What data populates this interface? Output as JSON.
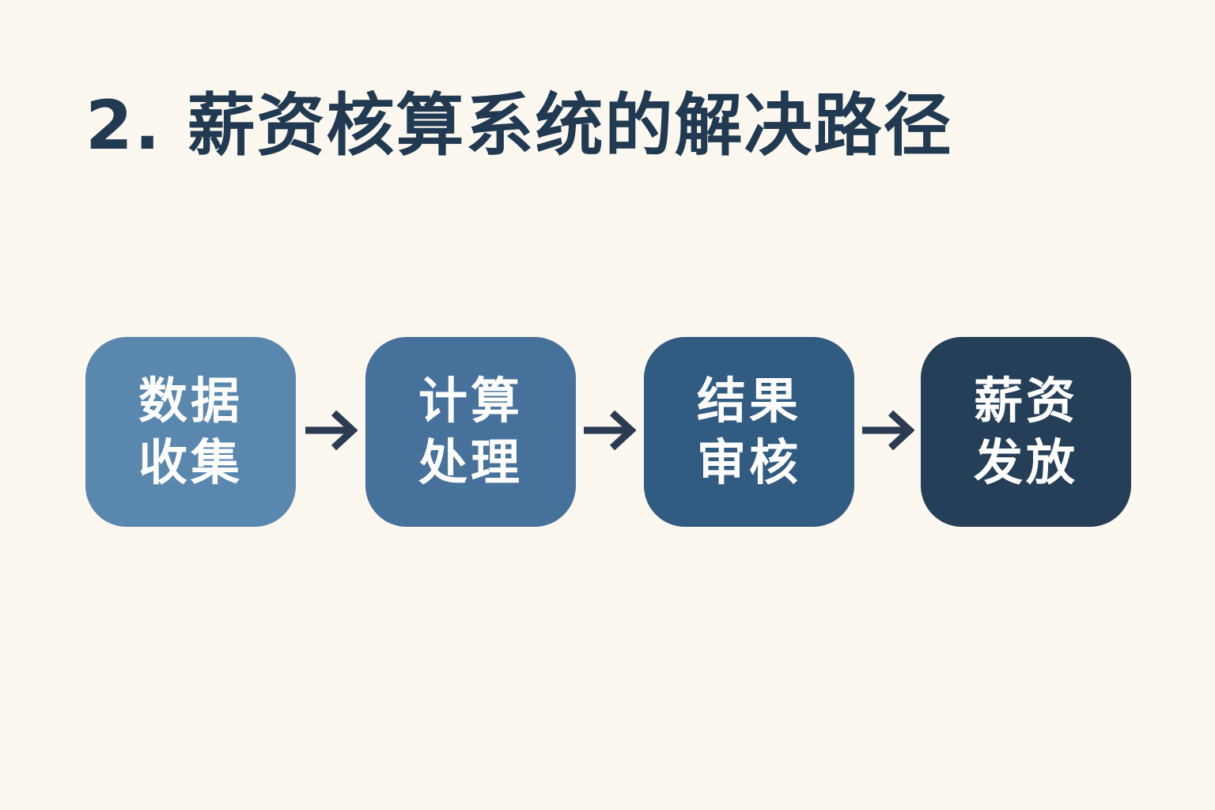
{
  "title": "2. 薪资核算系统的解决路径",
  "steps": [
    {
      "label": "数据收集",
      "color": "#5a87ad"
    },
    {
      "label": "计算处理",
      "color": "#46719a"
    },
    {
      "label": "结果审核",
      "color": "#325b82"
    },
    {
      "label": "薪资发放",
      "color": "#253f58"
    }
  ],
  "arrow_color": "#2c3a52"
}
